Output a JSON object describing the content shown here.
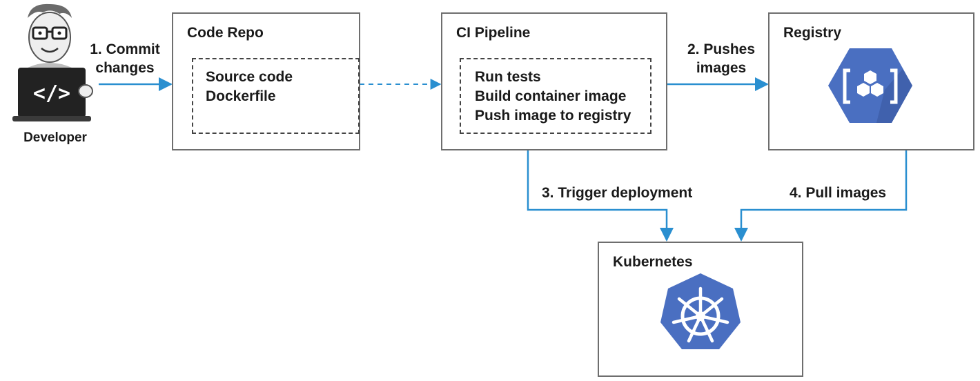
{
  "developer": {
    "label": "Developer"
  },
  "nodes": {
    "code_repo": {
      "title": "Code Repo",
      "items": [
        "Source code",
        "Dockerfile"
      ]
    },
    "ci_pipeline": {
      "title": "CI Pipeline",
      "items": [
        "Run tests",
        "Build container image",
        "Push image to registry"
      ]
    },
    "registry": {
      "title": "Registry"
    },
    "kubernetes": {
      "title": "Kubernetes"
    }
  },
  "edges": {
    "commit": {
      "line1": "1. Commit",
      "line2": "changes"
    },
    "push": {
      "line1": "2. Pushes",
      "line2": "images"
    },
    "trigger": {
      "label": "3. Trigger deployment"
    },
    "pull": {
      "label": "4. Pull images"
    }
  },
  "colors": {
    "arrow": "#2a8fd0",
    "box_border": "#6e6e6e",
    "logo_blue": "#4a6fc1",
    "laptop": "#222222"
  },
  "icons": {
    "developer": "developer-avatar-icon",
    "registry": "container-registry-icon",
    "kubernetes": "kubernetes-helm-icon"
  }
}
